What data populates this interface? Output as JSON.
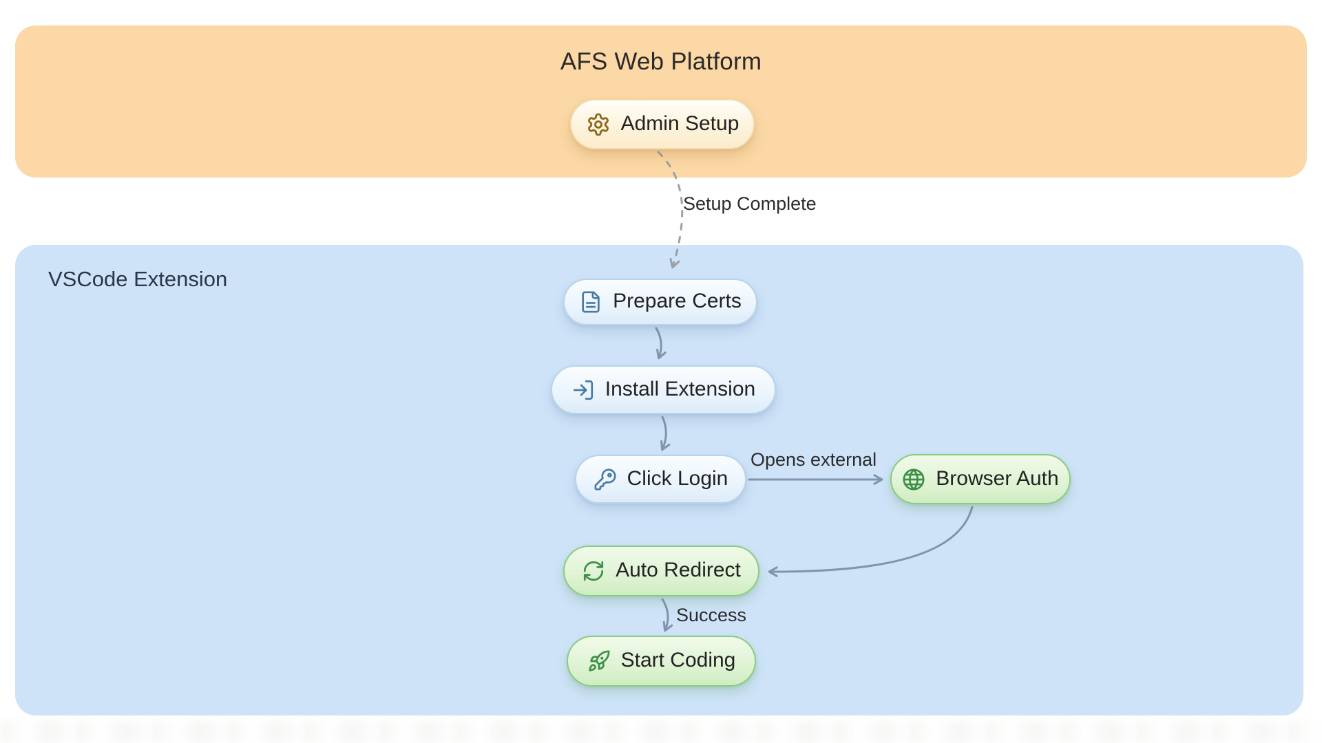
{
  "platform_section": {
    "title": "AFS Web Platform",
    "background": "#fbd8a5"
  },
  "extension_section": {
    "title": "VSCode Extension",
    "background": "#cee3f8"
  },
  "nodes": {
    "admin_setup": {
      "label": "Admin Setup",
      "icon": "gear-icon",
      "variant": "amber"
    },
    "prepare_certs": {
      "label": "Prepare Certs",
      "icon": "file-text-icon",
      "variant": "blue"
    },
    "install_extension": {
      "label": "Install Extension",
      "icon": "log-in-icon",
      "variant": "blue"
    },
    "click_login": {
      "label": "Click Login",
      "icon": "key-icon",
      "variant": "blue"
    },
    "browser_auth": {
      "label": "Browser Auth",
      "icon": "globe-icon",
      "variant": "green"
    },
    "auto_redirect": {
      "label": "Auto Redirect",
      "icon": "refresh-icon",
      "variant": "green"
    },
    "start_coding": {
      "label": "Start Coding",
      "icon": "rocket-icon",
      "variant": "green"
    }
  },
  "edges": {
    "setup_complete_label": "Setup Complete",
    "opens_external_label": "Opens external",
    "success_label": "Success"
  },
  "colors": {
    "amber_band": "#fbd8a5",
    "blue_band": "#cee3f8",
    "amber_node_border": "#f1ddb2",
    "blue_node_border": "#b9d4ea",
    "green_node_border": "#8bcb80",
    "amber_icon": "#8a681f",
    "blue_icon": "#4a7aa0",
    "green_icon": "#3b8f47",
    "edge_stroke": "#8094ac",
    "dashed_edge_stroke": "#9aa1a9",
    "text": "#222222"
  }
}
